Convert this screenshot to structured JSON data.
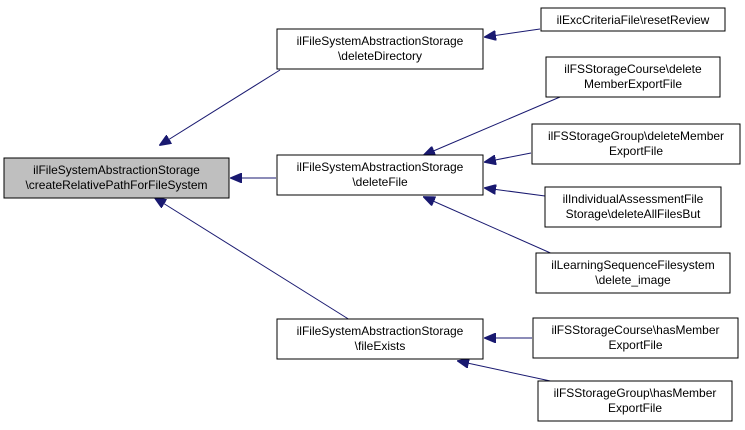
{
  "colors": {
    "edge": "#191970",
    "node_border": "#000000",
    "root_fill": "#bfbfbf",
    "node_fill": "#ffffff"
  },
  "nodes": {
    "root": {
      "lines": [
        "ilFileSystemAbstractionStorage",
        "\\createRelativePathForFileSystem"
      ]
    },
    "deleteDirectory": {
      "lines": [
        "ilFileSystemAbstractionStorage",
        "\\deleteDirectory"
      ]
    },
    "deleteFile": {
      "lines": [
        "ilFileSystemAbstractionStorage",
        "\\deleteFile"
      ]
    },
    "fileExists": {
      "lines": [
        "ilFileSystemAbstractionStorage",
        "\\fileExists"
      ]
    },
    "resetReview": {
      "lines": [
        "ilExcCriteriaFile\\resetReview"
      ]
    },
    "courseDeleteMember": {
      "lines": [
        "ilFSStorageCourse\\delete",
        "MemberExportFile"
      ]
    },
    "groupDeleteMember": {
      "lines": [
        "ilFSStorageGroup\\deleteMember",
        "ExportFile"
      ]
    },
    "individualAssessment": {
      "lines": [
        "ilIndividualAssessmentFile",
        "Storage\\deleteAllFilesBut"
      ]
    },
    "learningSequence": {
      "lines": [
        "ilLearningSequenceFilesystem",
        "\\delete_image"
      ]
    },
    "courseHasMember": {
      "lines": [
        "ilFSStorageCourse\\hasMember",
        "ExportFile"
      ]
    },
    "groupHasMember": {
      "lines": [
        "ilFSStorageGroup\\hasMember",
        "ExportFile"
      ]
    }
  }
}
